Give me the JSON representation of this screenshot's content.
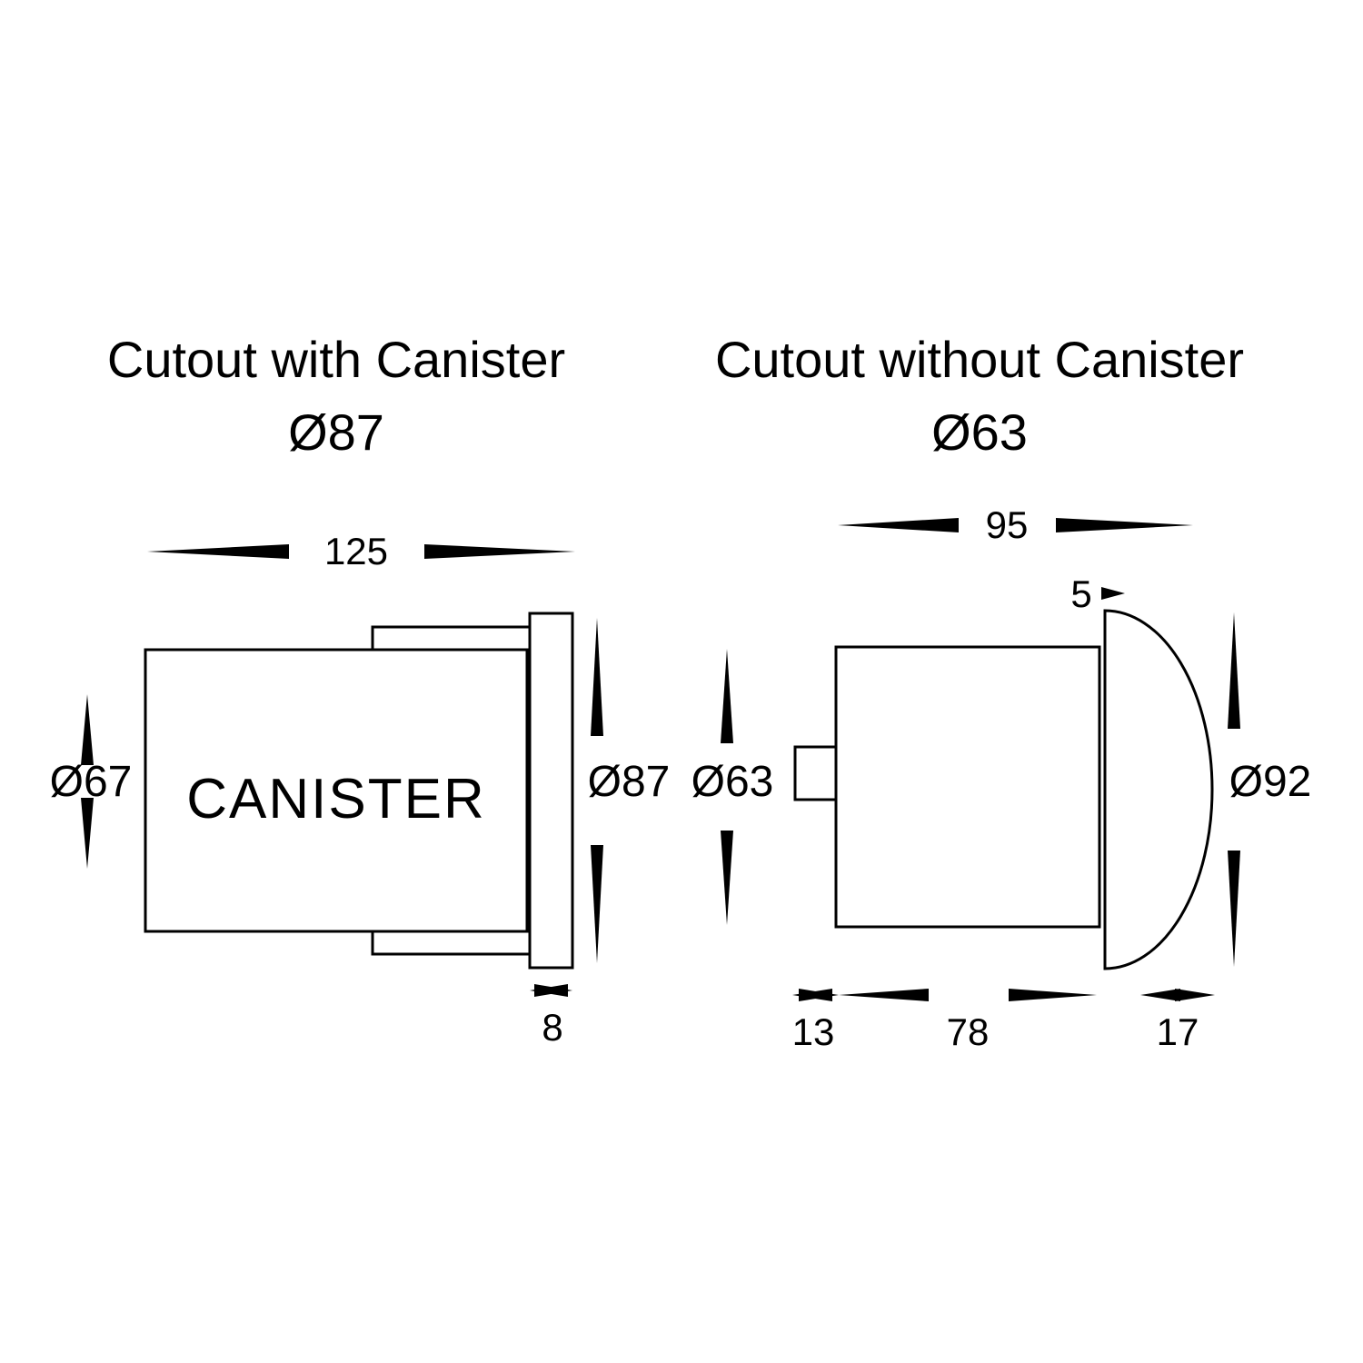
{
  "canvas": {
    "background": "#ffffff",
    "line_color": "#000000"
  },
  "left_diagram": {
    "title": "Cutout with Canister",
    "cutout_diameter": "Ø87",
    "body_label": "CANISTER",
    "dims": {
      "overall_width": "125",
      "body_diameter": "Ø67",
      "flange_diameter": "Ø87",
      "flange_thickness": "8"
    }
  },
  "right_diagram": {
    "title": "Cutout without Canister",
    "cutout_diameter": "Ø63",
    "dims": {
      "overall_width": "95",
      "lens_lip": "5",
      "body_diameter": "Ø63",
      "lens_diameter": "Ø92",
      "rear_tab_length": "13",
      "body_length": "78",
      "lens_depth": "17"
    }
  }
}
